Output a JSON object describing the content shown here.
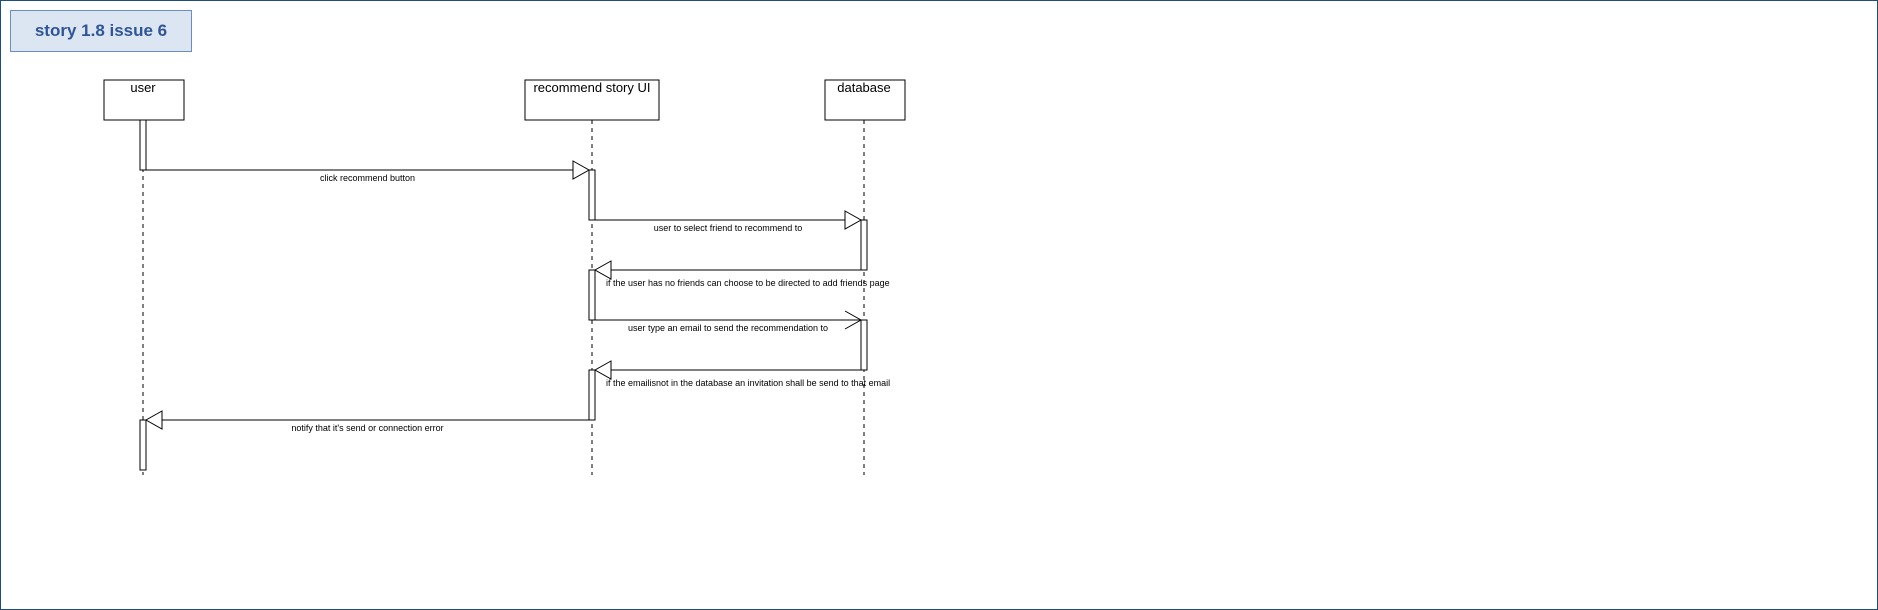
{
  "title": "story 1.8 issue 6",
  "lifelines": [
    {
      "id": "user",
      "label": "user"
    },
    {
      "id": "ui",
      "label": "recommend story UI"
    },
    {
      "id": "db",
      "label": "database"
    }
  ],
  "messages": [
    {
      "from": "user",
      "to": "ui",
      "label": "click recommend button",
      "arrow": "hollow-triangle"
    },
    {
      "from": "ui",
      "to": "db",
      "label": "user to select friend to recommend to",
      "arrow": "hollow-triangle"
    },
    {
      "from": "db",
      "to": "ui",
      "label": "if the user has no friends can choose to be directed to add friends page",
      "arrow": "hollow-triangle"
    },
    {
      "from": "ui",
      "to": "db",
      "label": "user type an email to send the recommendation to",
      "arrow": "open"
    },
    {
      "from": "db",
      "to": "ui",
      "label": "if the emailisnot in the database an invitation shall be send to that email",
      "arrow": "hollow-triangle"
    },
    {
      "from": "ui",
      "to": "user",
      "label": "notify that it's send or connection error",
      "arrow": "hollow-triangle"
    }
  ]
}
